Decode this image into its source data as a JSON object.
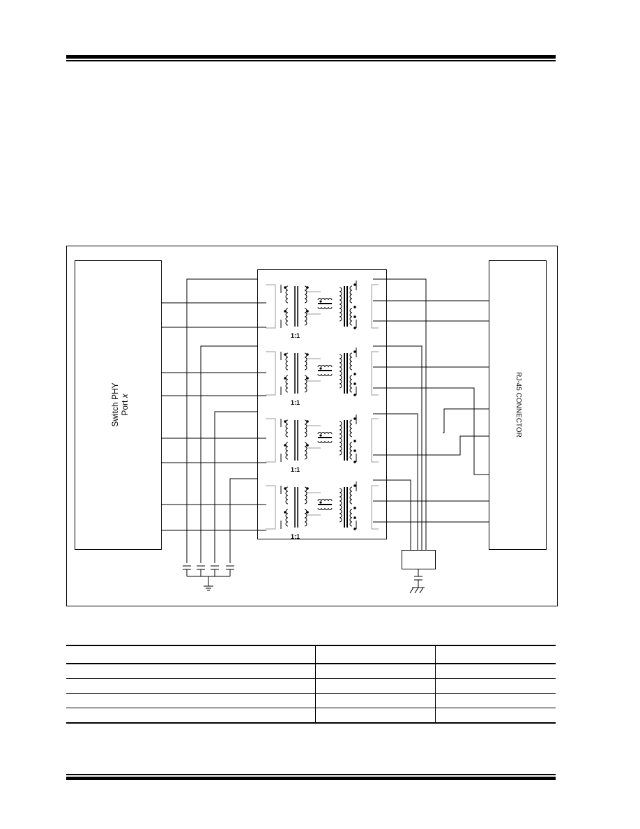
{
  "diagram": {
    "phy_label_line1": "Switch PHY",
    "phy_label_line2": "Port",
    "phy_label_var": "x",
    "connector_label": "RJ-45 CONNECTOR",
    "transformer_ratio": "1:1"
  },
  "table": {
    "rows": [
      [
        "",
        "",
        ""
      ],
      [
        "",
        "",
        ""
      ],
      [
        "",
        "",
        ""
      ],
      [
        "",
        "",
        ""
      ],
      [
        "",
        "",
        ""
      ]
    ]
  }
}
